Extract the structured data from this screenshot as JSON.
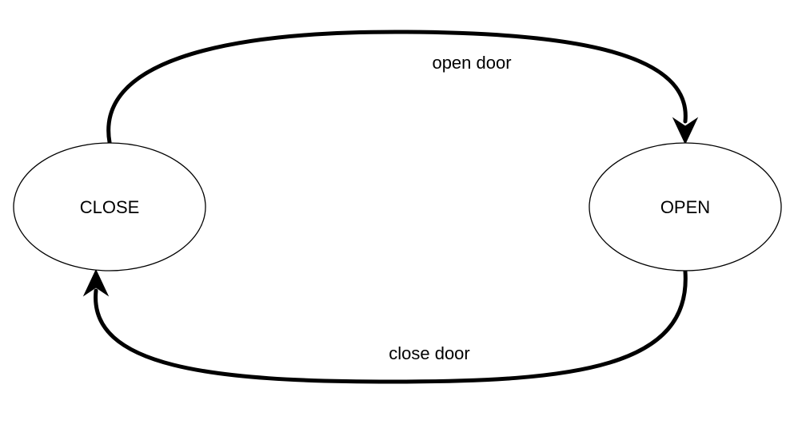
{
  "states": {
    "close": {
      "label": "CLOSE"
    },
    "open": {
      "label": "OPEN"
    }
  },
  "transitions": {
    "open_door": {
      "label": "open door",
      "from": "CLOSE",
      "to": "OPEN"
    },
    "close_door": {
      "label": "close door",
      "from": "OPEN",
      "to": "CLOSE"
    }
  },
  "colors": {
    "stroke": "#000000",
    "background": "#ffffff"
  }
}
